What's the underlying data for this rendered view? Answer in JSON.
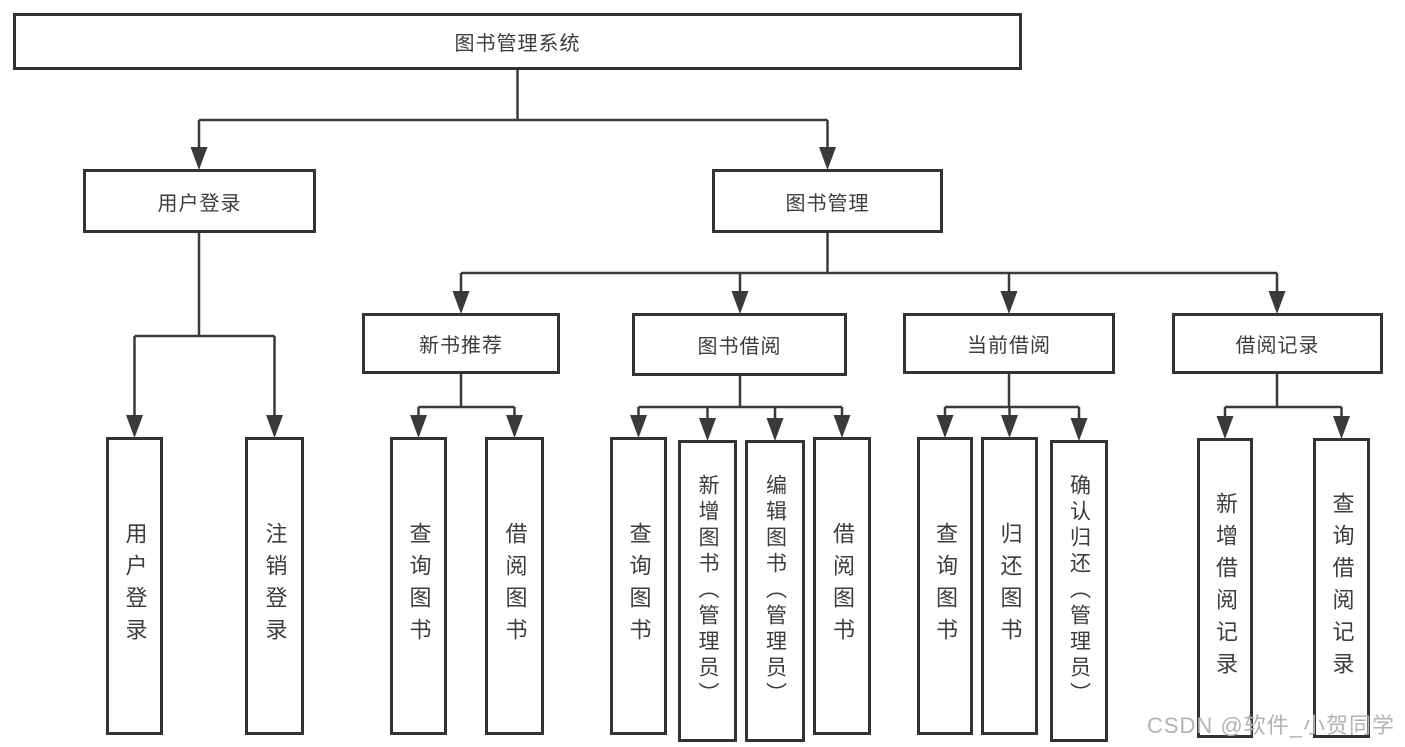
{
  "diagram_title": "图书管理系统",
  "watermark": "CSDN @软件_小贺同学",
  "colors": {
    "line": "#3a3a3a",
    "box_border": "#333333",
    "text": "#3d3d3d",
    "background": "#ffffff",
    "watermark_text": "#b3b3b3"
  },
  "tree": {
    "id": "root",
    "label": "图书管理系统",
    "children": [
      {
        "id": "login",
        "label": "用户登录",
        "children": [
          {
            "id": "login-user",
            "label": "用户登录"
          },
          {
            "id": "login-logout",
            "label": "注销登录"
          }
        ]
      },
      {
        "id": "mgmt",
        "label": "图书管理",
        "children": [
          {
            "id": "rec",
            "label": "新书推荐",
            "children": [
              {
                "id": "rec-query",
                "label": "查询图书"
              },
              {
                "id": "rec-borrow",
                "label": "借阅图书"
              }
            ]
          },
          {
            "id": "borrow",
            "label": "图书借阅",
            "children": [
              {
                "id": "borrow-query",
                "label": "查询图书"
              },
              {
                "id": "borrow-add",
                "label": "新增图书（管理员）"
              },
              {
                "id": "borrow-edit",
                "label": "编辑图书（管理员）"
              },
              {
                "id": "borrow-borrow",
                "label": "借阅图书"
              }
            ]
          },
          {
            "id": "current",
            "label": "当前借阅",
            "children": [
              {
                "id": "current-query",
                "label": "查询图书"
              },
              {
                "id": "current-return",
                "label": "归还图书"
              },
              {
                "id": "current-confirm",
                "label": "确认归还（管理员）"
              }
            ]
          },
          {
            "id": "records",
            "label": "借阅记录",
            "children": [
              {
                "id": "records-add",
                "label": "新增借阅记录"
              },
              {
                "id": "records-query",
                "label": "查询借阅记录"
              }
            ]
          }
        ]
      }
    ]
  }
}
